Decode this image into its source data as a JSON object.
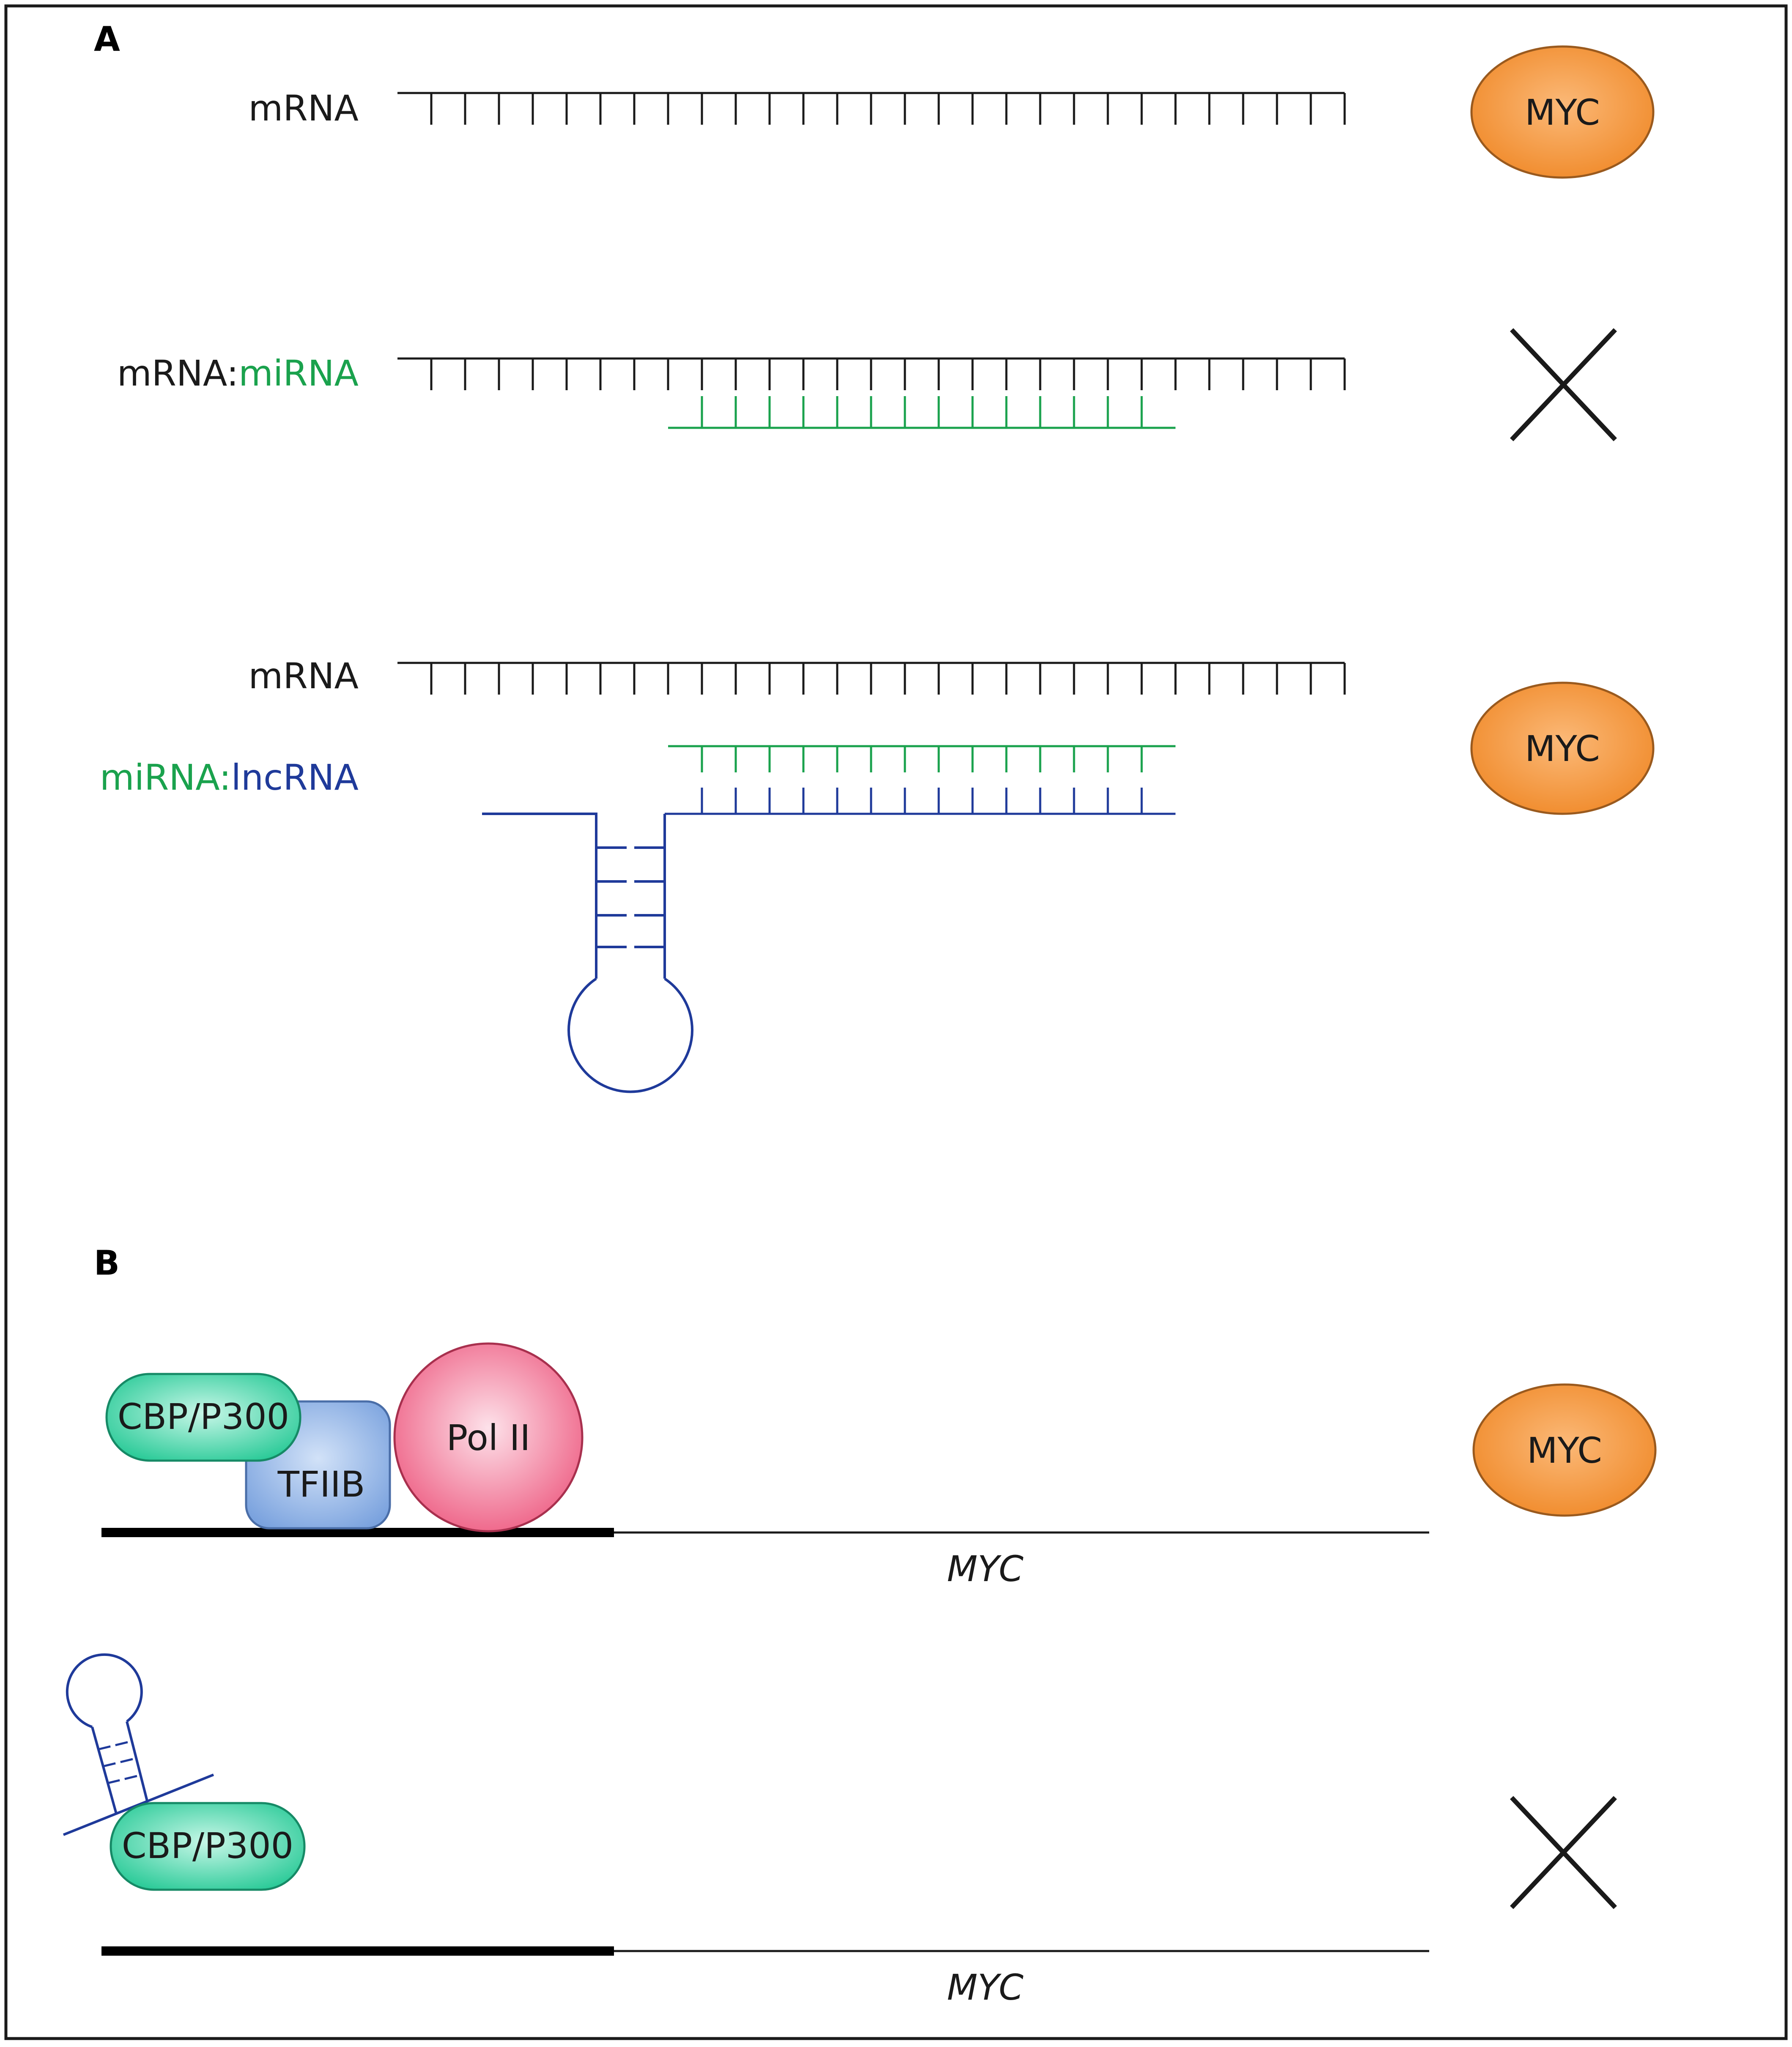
{
  "colors": {
    "black": "#1a1a1a",
    "mirna_green": "#1aa24d",
    "lncrna_blue": "#1f3a9a",
    "myc_orange": "#f79a3e",
    "cbp_green": "#2fd6a6",
    "tfiib_blue": "#8ab0e6",
    "pol2_pink": "#f0708f"
  },
  "panel_a": {
    "letter": "A",
    "row1": {
      "label": "mRNA",
      "outcome": "MYC"
    },
    "row2": {
      "label_part1": "mRNA:",
      "label_part2": "miRNA",
      "outcome": "blocked-x-icon"
    },
    "row3": {
      "label_top": "mRNA",
      "label_bottom_part1": "miRNA:",
      "label_bottom_part2": "lncRNA",
      "outcome": "MYC"
    }
  },
  "panel_b": {
    "letter": "B",
    "row1": {
      "protein_cbp": "CBP/P300",
      "protein_tfiib": "TFIIB",
      "protein_pol2": "Pol II",
      "gene_label": "MYC",
      "outcome": "MYC"
    },
    "row2": {
      "protein_cbp": "CBP/P300",
      "gene_label": "MYC",
      "outcome": "blocked-x-icon"
    }
  }
}
